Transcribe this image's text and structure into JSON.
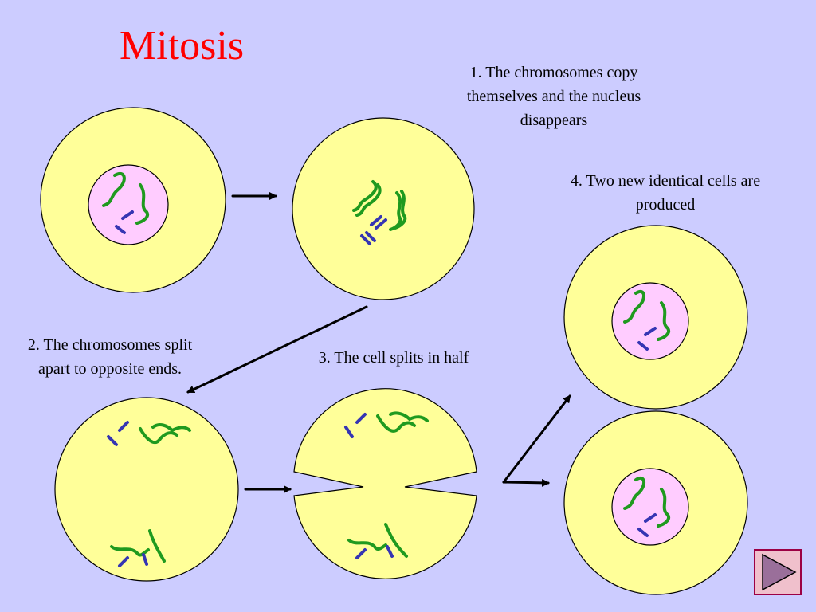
{
  "title": "Mitosis",
  "captions": {
    "step1": "1. The chromosomes copy themselves and the nucleus disappears",
    "step2": "2. The chromosomes split apart to opposite ends.",
    "step3": "3. The cell splits in half",
    "step4": "4. Two new identical cells are produced"
  },
  "colors": {
    "background": "#ccccff",
    "title": "#ff0000",
    "cytoplasm": "#ffff99",
    "nucleus": "#ffccff",
    "chromosome_long": "#1f9a1f",
    "chromosome_short": "#3535b3",
    "arrow": "#000000"
  },
  "nav_button": {
    "icon": "play-next-icon",
    "fill": "#9a6f9a",
    "border": "#9c0044"
  }
}
